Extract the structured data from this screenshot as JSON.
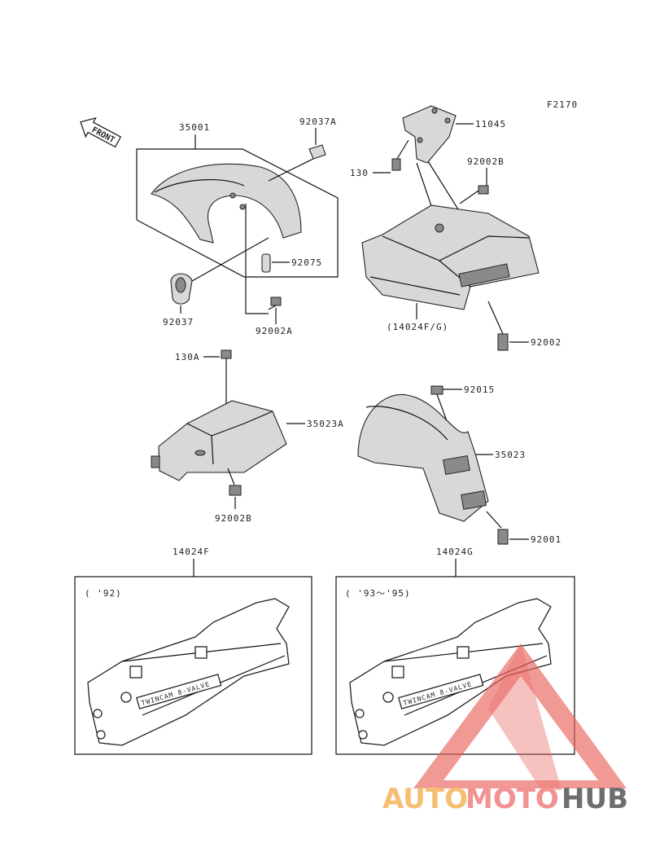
{
  "figure_code": "F2170",
  "front_label": "FRONT",
  "labels": {
    "p35001": "35001",
    "p92037A": "92037A",
    "p92075": "92075",
    "p92037": "92037",
    "p92002A": "92002A",
    "p11045": "11045",
    "p130": "130",
    "p92002B_top": "92002B",
    "p14024FG": "(14024F/G)",
    "p92002": "92002",
    "p130A": "130A",
    "p35023A": "35023A",
    "p92002B_bottom": "92002B",
    "p92015": "92015",
    "p35023": "35023",
    "p92001": "92001",
    "p14024F": "14024F",
    "p14024G": "14024G"
  },
  "panels": {
    "left_note": "( '92)",
    "right_note": "( '93～'95)",
    "emblem_text": "TWINCAM 8-VALVE"
  },
  "watermark": {
    "text_a": "AUTO",
    "text_b": "MOTO",
    "text_c": "HUB",
    "color_a": "#f5b35a",
    "color_b": "#f08080",
    "color_c": "#555555",
    "triangle_color": "#e8605a"
  }
}
